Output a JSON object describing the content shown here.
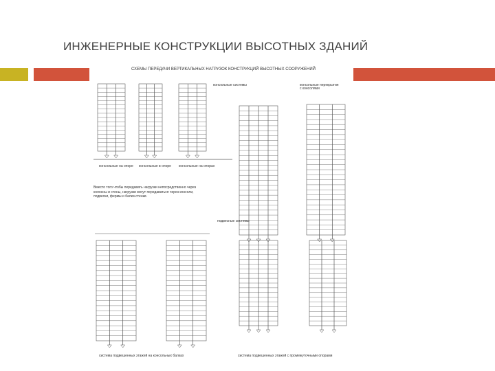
{
  "slide": {
    "title": "ИНЖЕНЕРНЫЕ КОНСТРУКЦИИ ВЫСОТНЫХ ЗДАНИЙ"
  },
  "colors": {
    "accent_left": "#c8b323",
    "accent_right": "#d2533b",
    "text": "#404040"
  },
  "figure": {
    "title": "СХЕМЫ ПЕРЕДАЧИ ВЕРТИКАЛЬНЫХ НАГРУЗОК КОНСТРУКЦИЙ ВЫСОТНЫХ СООРУЖЕНИЙ",
    "captions": {
      "c1": "консольные на опоре",
      "c2": "консольные в опоре",
      "c3": "консольные на опорах",
      "c4": "консольные системы",
      "c5": "консольные перекрытия с консолями",
      "c6": "подвесные системы",
      "c7": "система подвешенных этажей на консольных балках",
      "c8": "система подвешенных этажей с промежуточными опорами"
    },
    "note": "Вместо того чтобы передавать нагрузки непосредственно через колонны и стены, нагрузки могут передаваться через консоли, подвески, фермы и балки-стенки."
  }
}
